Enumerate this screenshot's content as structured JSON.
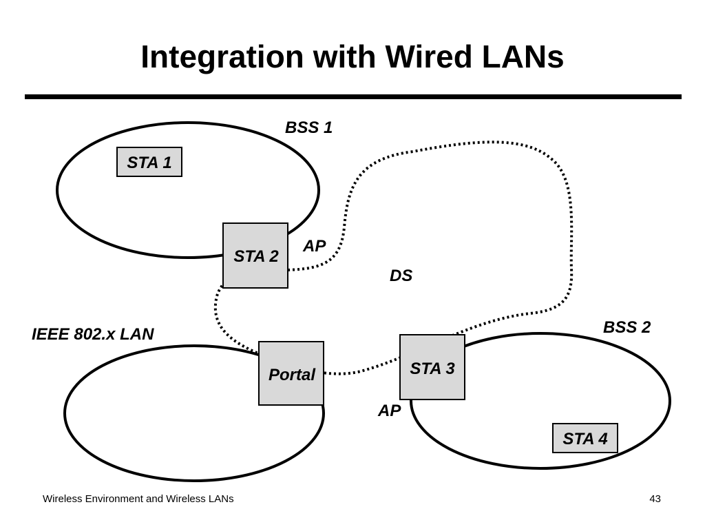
{
  "title": "Integration with Wired LANs",
  "labels": {
    "bss1": "BSS 1",
    "bss2": "BSS 2",
    "sta1": "STA 1",
    "sta2": "STA 2",
    "sta3": "STA 3",
    "sta4": "STA 4",
    "ap1": "AP",
    "ap2": "AP",
    "ds": "DS",
    "lan": "IEEE 802.x LAN",
    "portal": "Portal"
  },
  "footer": {
    "left": "Wireless Environment and Wireless LANs",
    "page": "43"
  },
  "colors": {
    "box_fill": "#d9d9d9",
    "stroke": "#000000"
  }
}
